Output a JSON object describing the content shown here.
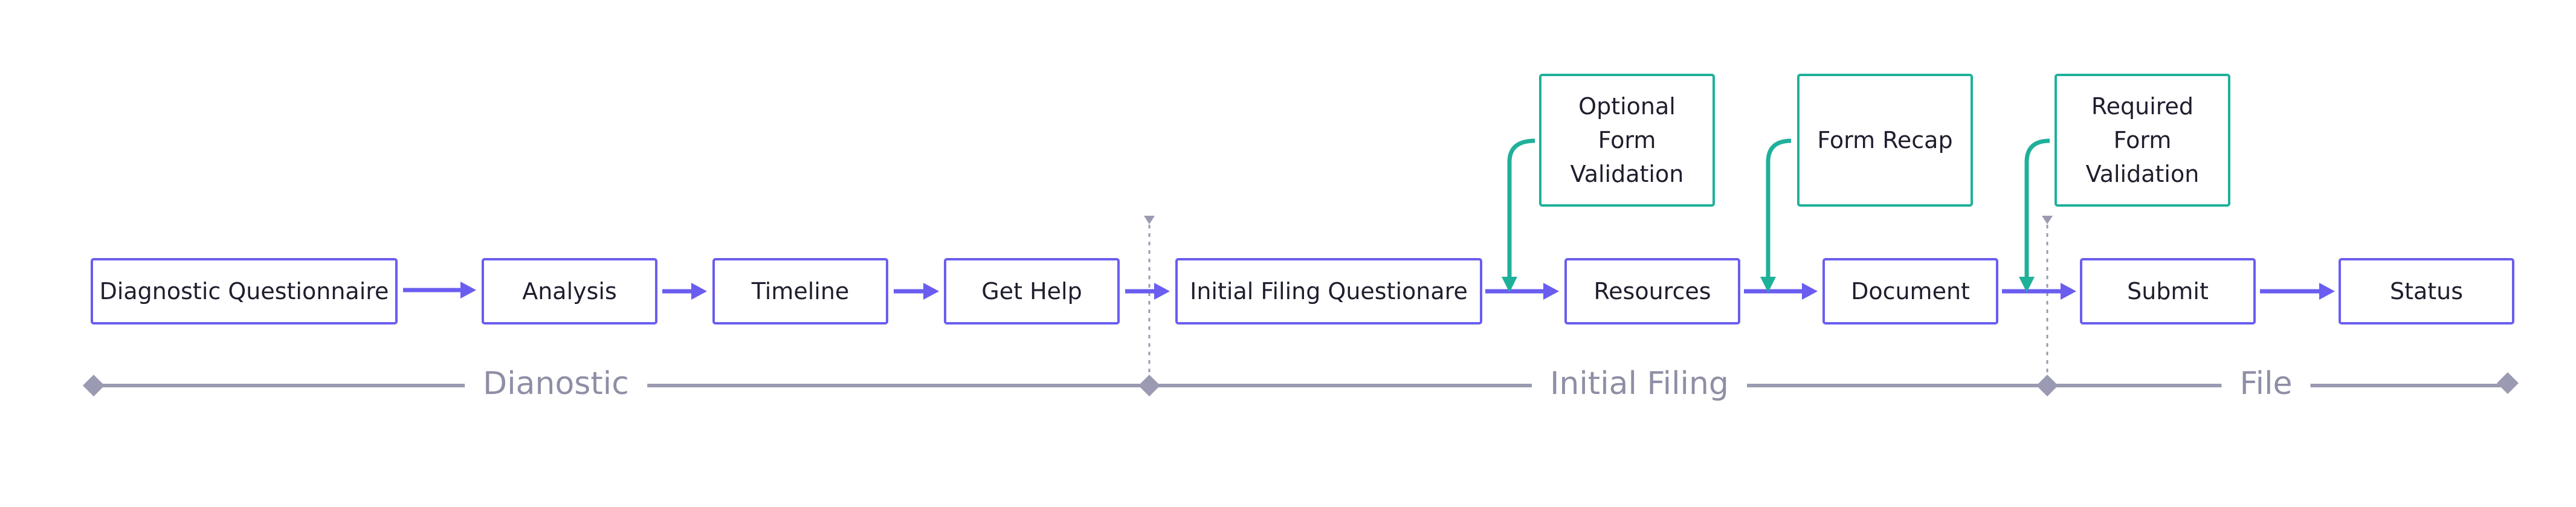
{
  "steps": [
    "Diagnostic Questionnaire",
    "Analysis",
    "Timeline",
    "Get Help",
    "Initial Filing Questionare",
    "Resources",
    "Document",
    "Submit",
    "Status"
  ],
  "validations": [
    "Optional\nForm\nValidation",
    "Form Recap",
    "Required\nForm\nValidation"
  ],
  "phases": [
    "Dianostic",
    "Initial Filing",
    "File"
  ],
  "colors": {
    "step_border": "#6a5df0",
    "flow_arrow": "#6a5df0",
    "validation": "#1fb09a",
    "timeline": "#9a9ab2",
    "phase_label": "#8e8ea6"
  }
}
